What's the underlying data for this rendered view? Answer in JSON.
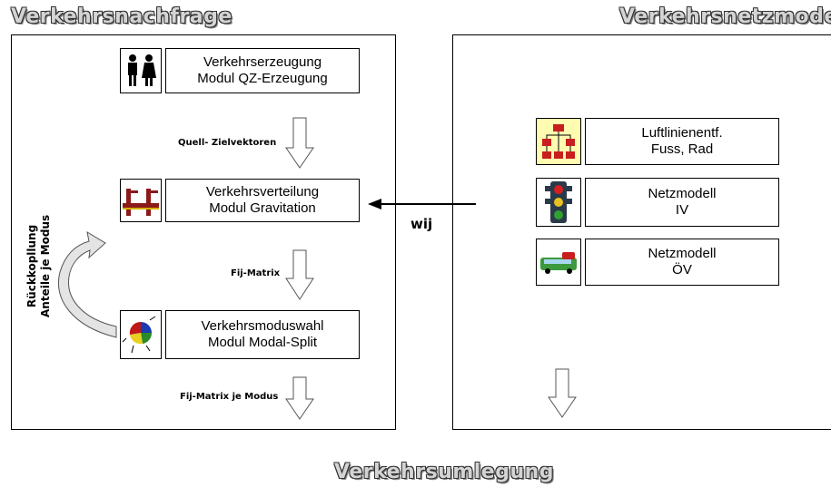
{
  "headings": {
    "demand": "Verkehrsnachfrage",
    "network": "Verkehrsnetzmodell",
    "assignment": "Verkehrsumlegung"
  },
  "demand_steps": [
    {
      "line1": "Verkehrserzeugung",
      "line2": "Modul QZ-Erzeugung",
      "icon": "people-icon"
    },
    {
      "line1": "Verkehrsverteilung",
      "line2": "Modul Gravitation",
      "icon": "gravitation-icon"
    },
    {
      "line1": "Verkehrsmoduswahl",
      "line2": "Modul Modal-Split",
      "icon": "pie-chart-icon"
    }
  ],
  "flow_labels": {
    "step1": "Quell- Zielvektoren",
    "step2": "Fij-Matrix",
    "step3": "Fij-Matrix je Modus",
    "wij": "wij"
  },
  "feedback": {
    "line1": "Rückkopllung",
    "line2": "Anteile je Modus"
  },
  "network_models": [
    {
      "line1": "Luftlinienentf.",
      "line2": "Fuss, Rad",
      "icon": "network-graph-icon"
    },
    {
      "line1": "Netzmodell",
      "line2": "IV",
      "icon": "traffic-light-icon"
    },
    {
      "line1": "Netzmodell",
      "line2": "ÖV",
      "icon": "bus-icon"
    }
  ]
}
